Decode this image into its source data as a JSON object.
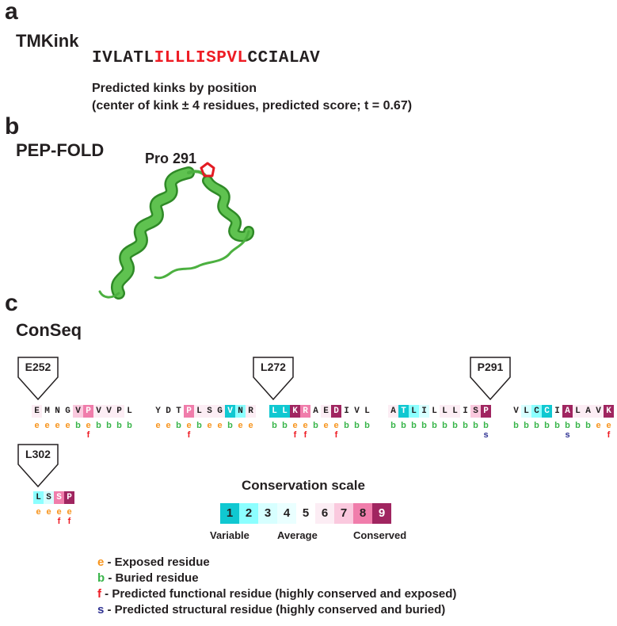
{
  "panel_a": {
    "letter": "a",
    "tool": "TMKink",
    "sequence_prefix": "IVLATL",
    "sequence_kink": "ILLLISPVL",
    "sequence_suffix": "CCIALAV",
    "kink_color": "#ee1c24",
    "desc_line1": "Predicted kinks by position",
    "desc_line2": "(center of kink ± 4 residues, predicted score; t = 0.67)"
  },
  "panel_b": {
    "letter": "b",
    "tool": "PEP-FOLD",
    "label": "Pro 291",
    "helix_color": "#4cb040",
    "pro_color": "#e31b23"
  },
  "panel_c": {
    "letter": "c",
    "tool": "ConSeq",
    "markers": [
      "E252",
      "L272",
      "P291",
      "L302"
    ],
    "blocks": [
      {
        "residues": [
          "E",
          "M",
          "N",
          "G",
          "V",
          "P",
          "V",
          "V",
          "P",
          "L"
        ],
        "grades": [
          6,
          5,
          5,
          5,
          7,
          8,
          6,
          6,
          6,
          5
        ],
        "exposure": [
          "e",
          "e",
          "e",
          "e",
          "b",
          "e",
          "b",
          "b",
          "b",
          "b"
        ],
        "function": [
          "",
          "",
          "",
          "",
          "",
          "f",
          "",
          "",
          "",
          ""
        ]
      },
      {
        "residues": [
          "Y",
          "D",
          "T",
          "P",
          "L",
          "S",
          "G",
          "V",
          "N",
          "R"
        ],
        "grades": [
          5,
          5,
          5,
          8,
          6,
          6,
          6,
          1,
          2,
          6
        ],
        "exposure": [
          "e",
          "e",
          "b",
          "e",
          "b",
          "e",
          "e",
          "b",
          "e",
          "e"
        ],
        "function": [
          "",
          "",
          "",
          "f",
          "",
          "",
          "",
          "",
          "",
          ""
        ]
      },
      {
        "residues": [
          "L",
          "L",
          "K",
          "R",
          "A",
          "E",
          "D",
          "I",
          "V",
          "L"
        ],
        "grades": [
          1,
          1,
          9,
          8,
          5,
          6,
          9,
          5,
          5,
          5
        ],
        "exposure": [
          "b",
          "b",
          "e",
          "e",
          "b",
          "e",
          "e",
          "b",
          "b",
          "b"
        ],
        "function": [
          "",
          "",
          "f",
          "f",
          "",
          "",
          "f",
          "",
          "",
          ""
        ]
      },
      {
        "residues": [
          "A",
          "T",
          "L",
          "I",
          "L",
          "L",
          "L",
          "I",
          "S",
          "P"
        ],
        "grades": [
          6,
          1,
          2,
          3,
          5,
          6,
          6,
          5,
          7,
          9
        ],
        "exposure": [
          "b",
          "b",
          "b",
          "b",
          "b",
          "b",
          "b",
          "b",
          "b",
          "b"
        ],
        "function": [
          "",
          "",
          "",
          "",
          "",
          "",
          "",
          "",
          "",
          "s"
        ]
      },
      {
        "residues": [
          "V",
          "L",
          "C",
          "C",
          "I",
          "A",
          "L",
          "A",
          "V",
          "K"
        ],
        "grades": [
          5,
          3,
          2,
          1,
          5,
          9,
          6,
          6,
          6,
          9
        ],
        "exposure": [
          "b",
          "b",
          "b",
          "b",
          "b",
          "b",
          "b",
          "b",
          "e",
          "e"
        ],
        "function": [
          "",
          "",
          "",
          "",
          "",
          "s",
          "",
          "",
          "",
          "f"
        ]
      },
      {
        "residues": [
          "L",
          "S",
          "S",
          "P"
        ],
        "grades": [
          2,
          3,
          8,
          9
        ],
        "exposure": [
          "e",
          "e",
          "e",
          "e"
        ],
        "function": [
          "",
          "",
          "f",
          "f"
        ]
      }
    ],
    "scale_title": "Conservation scale",
    "scale": [
      "1",
      "2",
      "3",
      "4",
      "5",
      "6",
      "7",
      "8",
      "9"
    ],
    "scale_labels": {
      "variable": "Variable",
      "average": "Average",
      "conserved": "Conserved"
    },
    "grade_colors": [
      "#10c8d1",
      "#8cffff",
      "#d7ffff",
      "#eaffff",
      "#ffffff",
      "#fcedf4",
      "#fac9de",
      "#f07dab",
      "#a02560"
    ],
    "letter_colors": {
      "exposed": "#f7941d",
      "buried": "#39b54a",
      "functional": "#ee1c24",
      "structural": "#2e3192"
    },
    "legend": [
      {
        "symbol": "e",
        "text": " - Exposed residue"
      },
      {
        "symbol": "b",
        "text": " - Buried residue"
      },
      {
        "symbol": "f",
        "text": " - Predicted functional residue (highly conserved and exposed)"
      },
      {
        "symbol": "s",
        "text": " - Predicted structural residue (highly conserved and buried)"
      }
    ]
  }
}
